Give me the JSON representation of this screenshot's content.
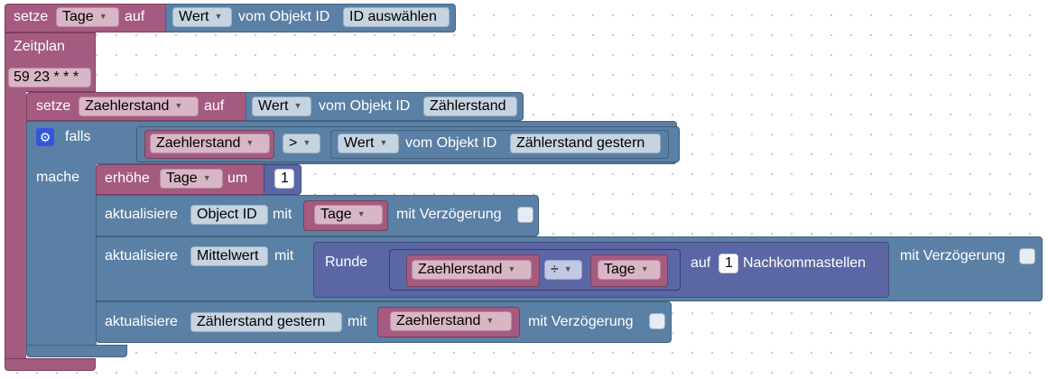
{
  "colors": {
    "variable_block": "#a55b80",
    "object_block": "#5b80a5",
    "math_block": "#5b67a5",
    "workspace": "#ffffff"
  },
  "block_setze_tage": {
    "label": "setze",
    "variable": "Tage",
    "auf": "auf",
    "value_mode": "Wert",
    "vom_objekt": "vom Objekt ID",
    "object_id": "ID auswählen"
  },
  "schedule": {
    "label": "Zeitplan",
    "cron": "59 23 * * *"
  },
  "block_setze_zaehlerstand": {
    "label": "setze",
    "variable": "Zaehlerstand",
    "auf": "auf",
    "value_mode": "Wert",
    "vom_objekt": "vom Objekt ID",
    "object_id": "Zählerstand"
  },
  "block_falls": {
    "label": "falls",
    "mache": "mache",
    "left_var": "Zaehlerstand",
    "operator": ">",
    "value_mode": "Wert",
    "vom_objekt": "vom Objekt ID",
    "object_id": "Zählerstand gestern"
  },
  "block_erhoehe": {
    "label": "erhöhe",
    "variable": "Tage",
    "um": "um",
    "amount": "1"
  },
  "block_update_objectid": {
    "label": "aktualisiere",
    "target": "Object ID",
    "mit": "mit",
    "value_var": "Tage",
    "delay": "mit Verzögerung"
  },
  "block_update_mittelwert": {
    "label": "aktualisiere",
    "target": "Mittelwert",
    "mit": "mit",
    "round_label": "Runde",
    "numerator": "Zaehlerstand",
    "divide": "÷",
    "denominator": "Tage",
    "auf": "auf",
    "decimals": "1",
    "nachkomma": "Nachkommastellen",
    "delay": "mit Verzögerung"
  },
  "block_update_gestern": {
    "label": "aktualisiere",
    "target": "Zählerstand gestern",
    "mit": "mit",
    "value_var": "Zaehlerstand",
    "delay": "mit Verzögerung"
  }
}
